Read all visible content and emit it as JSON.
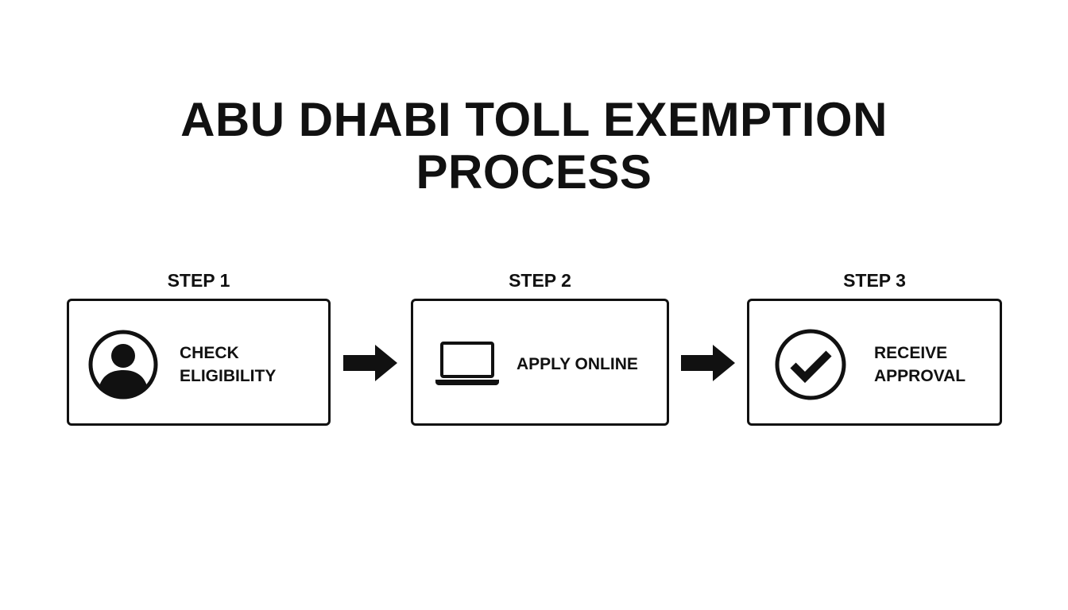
{
  "title": {
    "line1": "ABU DHABI TOLL EXEMPTION",
    "line2": "PROCESS"
  },
  "steps": [
    {
      "label": "STEP 1",
      "text_lines": [
        "CHECK",
        "ELIGIBILITY"
      ],
      "icon": "user-icon"
    },
    {
      "label": "STEP 2",
      "text_lines": [
        "APPLY ONLINE"
      ],
      "icon": "laptop-icon"
    },
    {
      "label": "STEP 3",
      "text_lines": [
        "RECEIVE",
        "APPROVAL"
      ],
      "icon": "checkmark-circle-icon"
    }
  ],
  "arrows": [
    "arrow-right-icon",
    "arrow-right-icon"
  ],
  "colors": {
    "foreground": "#111111",
    "background": "#ffffff"
  }
}
